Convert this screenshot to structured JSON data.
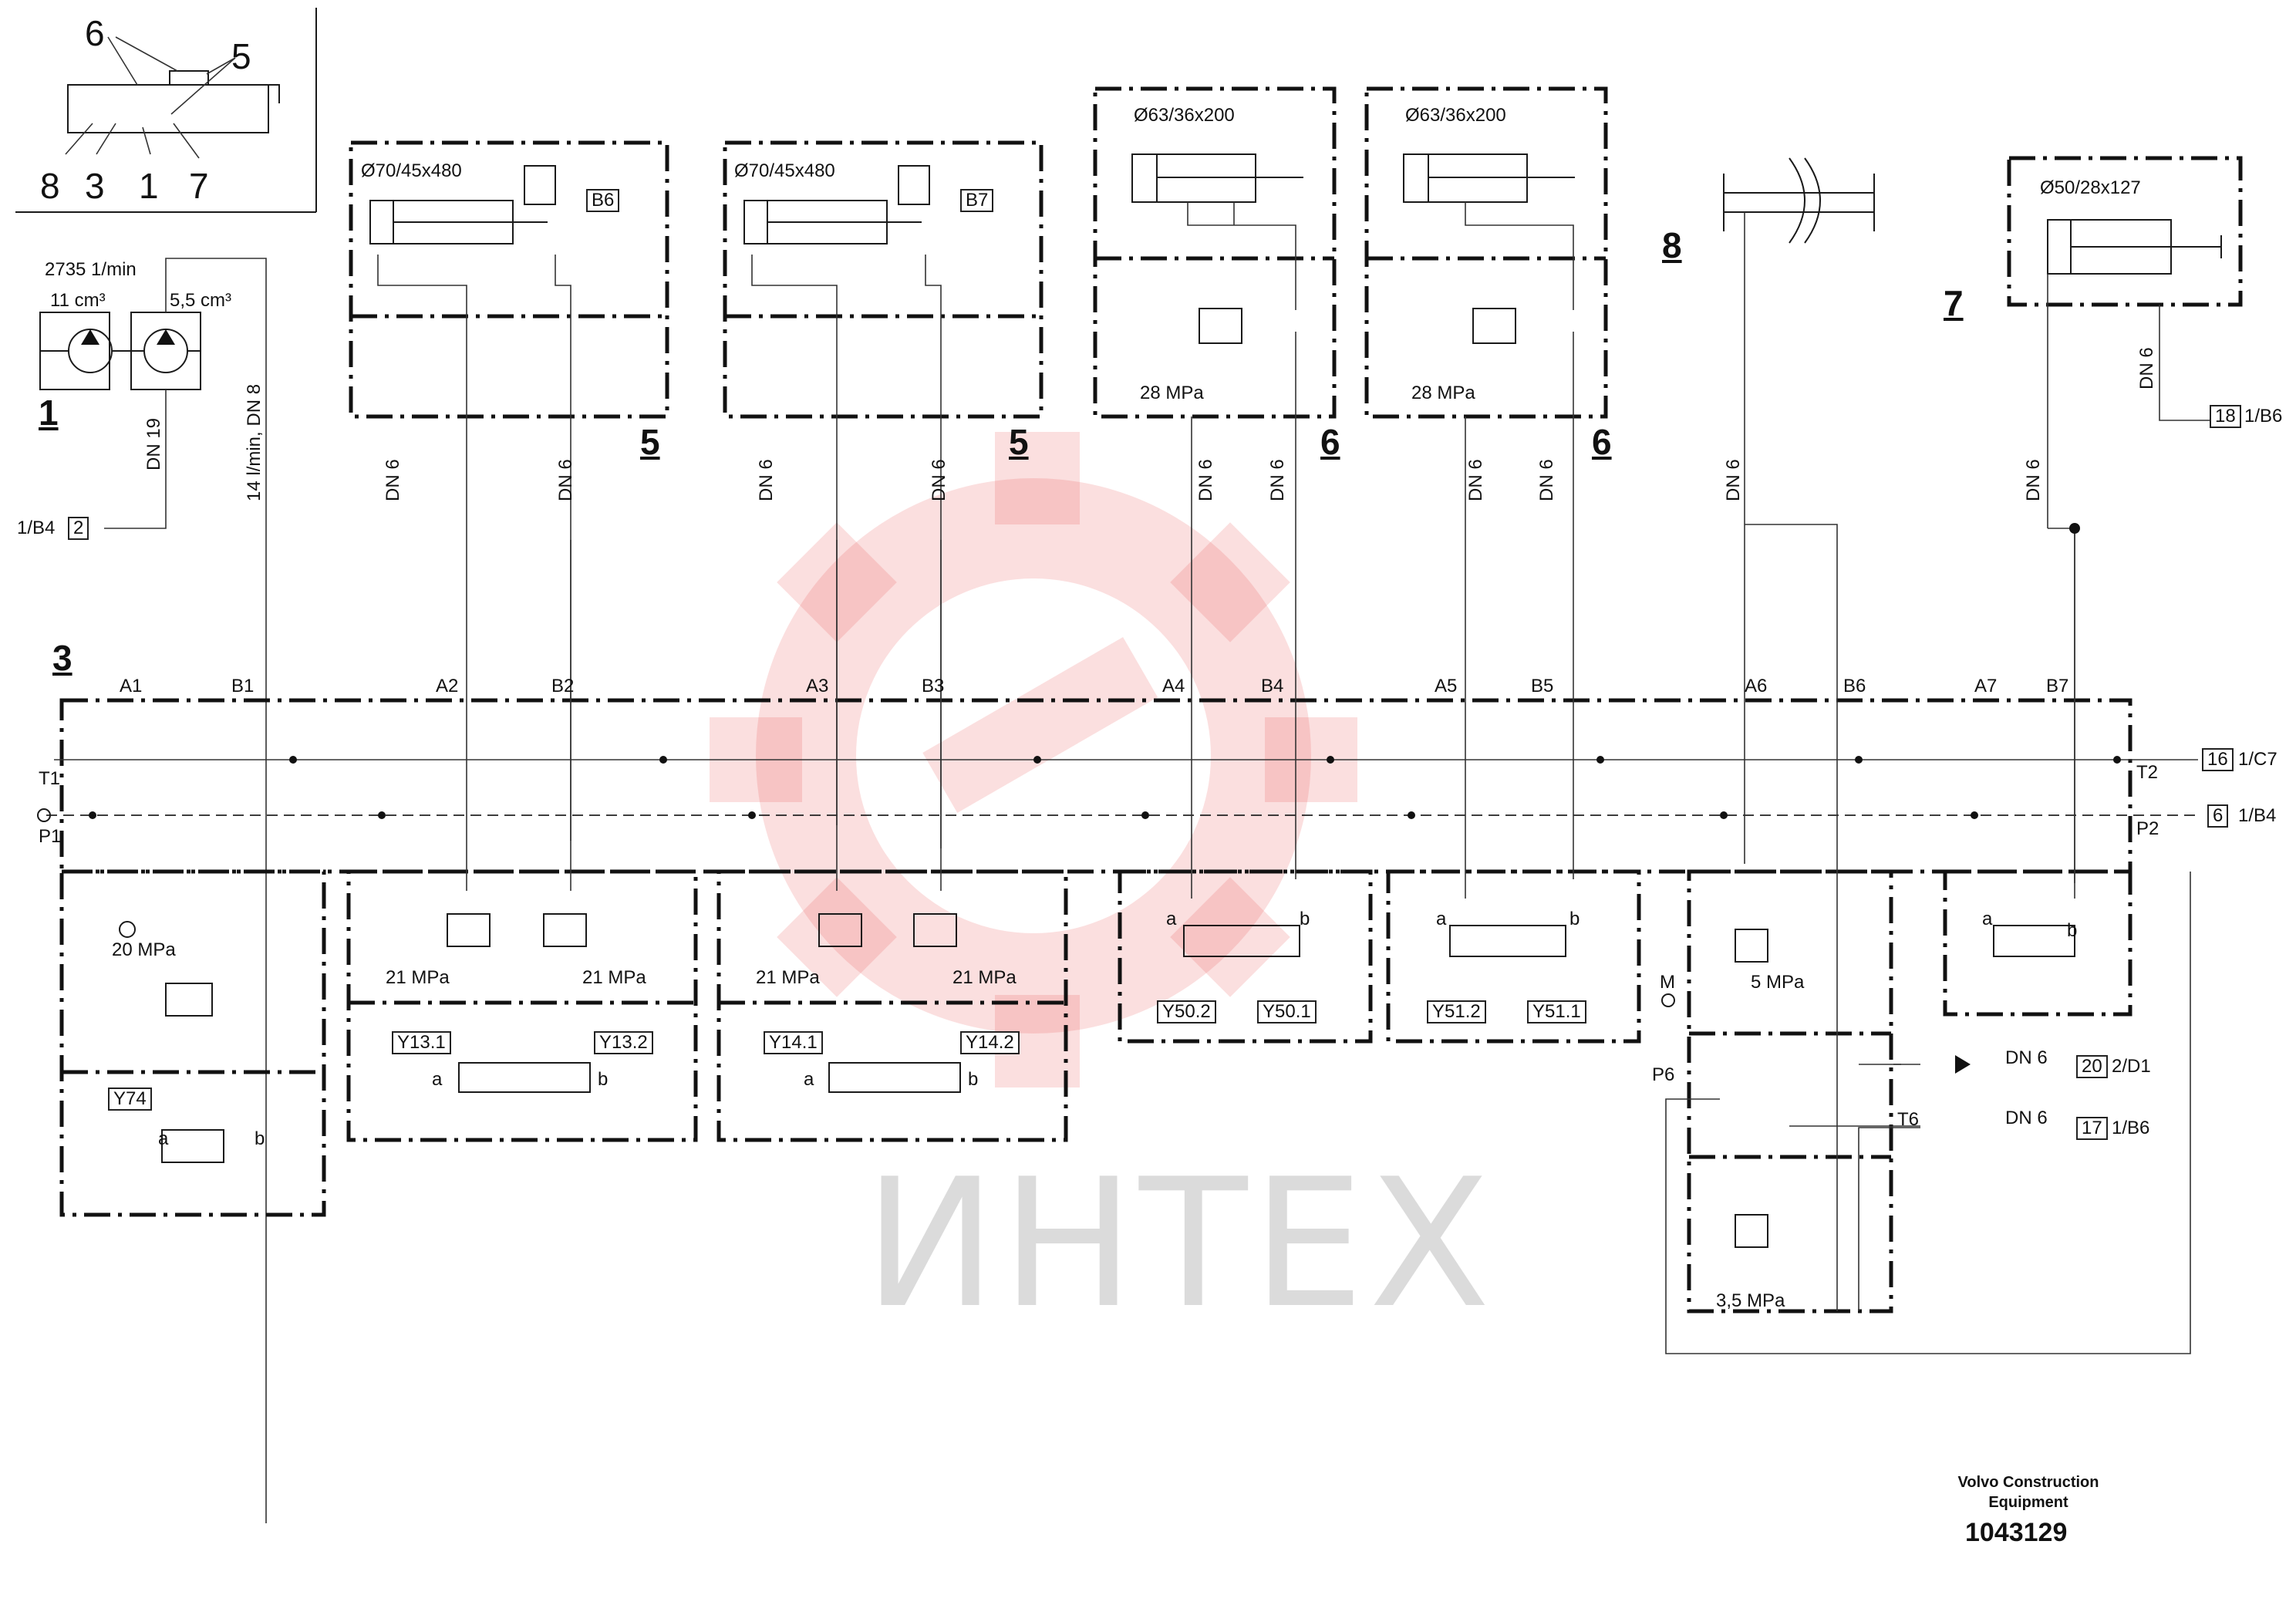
{
  "legend": {
    "callout_6": "6",
    "callout_5": "5",
    "callout_8": "8",
    "callout_3": "3",
    "callout_1": "1",
    "callout_7": "7"
  },
  "pump": {
    "flow": "2735 1/min",
    "disp_1": "11 cm³",
    "disp_2": "5,5 cm³",
    "line_main": "DN 19",
    "line_aux": "14 l/min, DN 8",
    "ref_label": "1/B4",
    "ref_num": "2",
    "id": "1"
  },
  "cyl_boxes": [
    {
      "dim": "Ø70/45x480",
      "sensor": "B6"
    },
    {
      "dim": "Ø70/45x480",
      "sensor": "B7"
    },
    {
      "dim": "Ø63/36x200",
      "relief": "28 MPa"
    },
    {
      "dim": "Ø63/36x200",
      "relief": "28 MPa"
    },
    {
      "dim": "Ø50/28x127"
    }
  ],
  "group_labels": {
    "g5a": "5",
    "g5b": "5",
    "g6a": "6",
    "g6b": "6",
    "g8": "8",
    "g7": "7",
    "g3": "3"
  },
  "hose": "DN 6",
  "ports": {
    "A1": "A1",
    "B1": "B1",
    "A2": "A2",
    "B2": "B2",
    "A3": "A3",
    "B3": "B3",
    "A4": "A4",
    "B4": "B4",
    "A5": "A5",
    "B5": "B5",
    "A6": "A6",
    "B6": "B6",
    "A7": "A7",
    "B7": "B7",
    "T1": "T1",
    "P1": "P1",
    "T2": "T2",
    "P2": "P2",
    "M": "M",
    "P6": "P6",
    "T6": "T6"
  },
  "refs": {
    "r16": {
      "num": "16",
      "label": "1/C7"
    },
    "r6": {
      "num": "6",
      "label": "1/B4"
    },
    "r18": {
      "num": "18",
      "label": "1/B6"
    },
    "r20": {
      "num": "20",
      "label": "2/D1"
    },
    "r17": {
      "num": "17",
      "label": "1/B6"
    }
  },
  "sections": {
    "s1": {
      "relief": "20  MPa",
      "solenoid": "Y74",
      "a": "a",
      "b": "b"
    },
    "s2": {
      "relief_l": "21 MPa",
      "relief_r": "21 MPa",
      "sol_a": "Y13.1",
      "sol_b": "Y13.2",
      "a": "a",
      "b": "b"
    },
    "s3": {
      "relief_l": "21 MPa",
      "relief_r": "21 MPa",
      "sol_a": "Y14.1",
      "sol_b": "Y14.2",
      "a": "a",
      "b": "b"
    },
    "s4": {
      "sol_a": "Y50.2",
      "sol_b": "Y50.1",
      "a": "a",
      "b": "b"
    },
    "s5": {
      "sol_a": "Y51.2",
      "sol_b": "Y51.1",
      "a": "a",
      "b": "b"
    },
    "s6": {
      "relief_hi": "5  MPa",
      "relief_lo": "3,5  MPa"
    },
    "s7": {
      "a": "a",
      "b": "b"
    }
  },
  "watermark": "ИНТЕХ",
  "footer": {
    "company_1": "Volvo Construction",
    "company_2": "Equipment",
    "doc_number": "1043129"
  },
  "colors": {
    "line": "#1a1a1a",
    "watermark": "#e94c4c"
  }
}
